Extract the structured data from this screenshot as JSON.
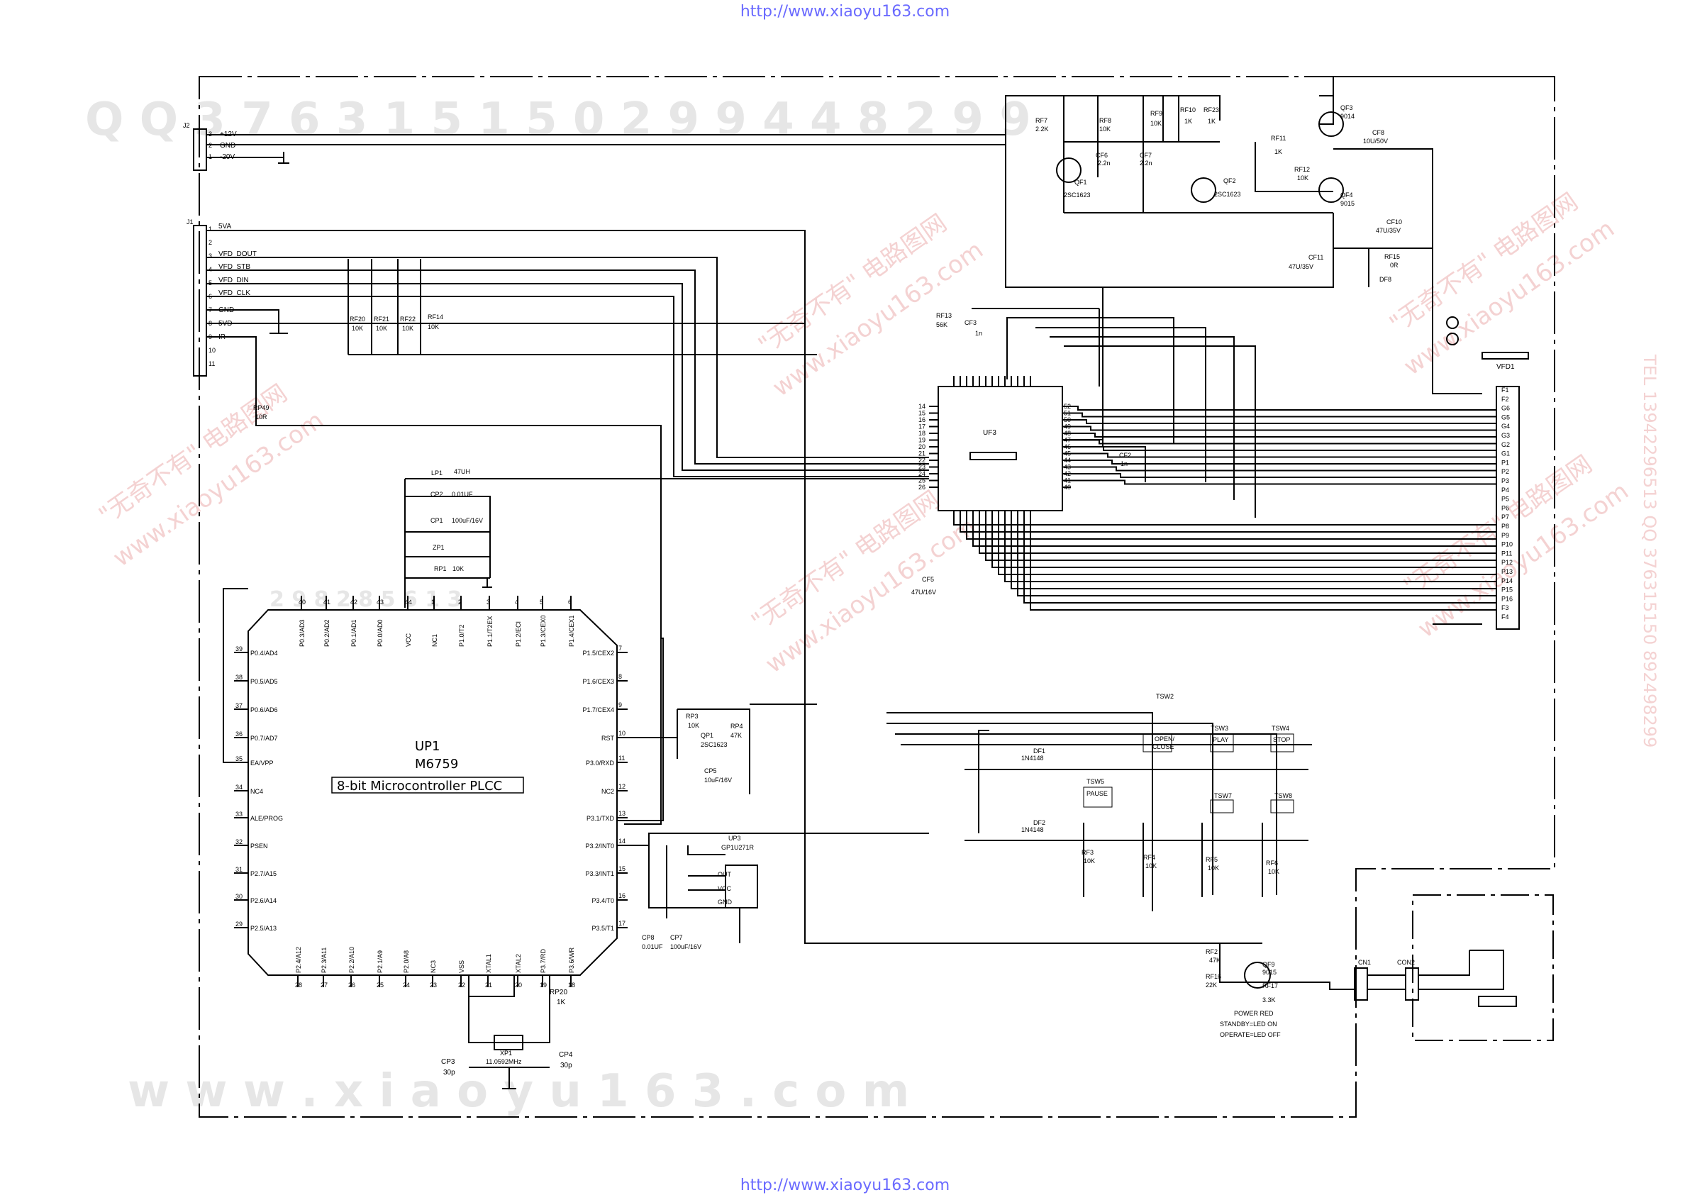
{
  "header_url": "http://www.xiaoyu163.com",
  "footer_url": "http://www.xiaoyu163.com",
  "watermarks": {
    "top": "Q Q   3 7 6 3 1 5 1 5 0   2 9 9 4 4 8 2 9 9",
    "bottom": "w w w . x i a o y u 1 6 3 . c o m",
    "mid": "2 9 8 2 8 5 6 1 3",
    "cn1": "\"无奇不有\" 电路图网",
    "cn2": "www.xiaoyu163.com",
    "right_vertical": "TEL 13942296513  QQ 376315150 892498299"
  },
  "connectors": {
    "j2": {
      "ref": "J2",
      "pins": [
        "3",
        "2",
        "1"
      ],
      "nets": [
        "+12V",
        "GND",
        "-20V"
      ]
    },
    "j1": {
      "ref": "J1",
      "pins": [
        "1",
        "2",
        "3",
        "4",
        "5",
        "6",
        "7",
        "8",
        "9",
        "10",
        "11"
      ],
      "nets": [
        "5VA",
        "VFD_DOUT",
        "VFD_STB",
        "VFD_DIN",
        "VFD_CLK",
        "GND",
        "5VD",
        "IR"
      ]
    }
  },
  "mcu": {
    "ref": "UP1",
    "part": "M6759",
    "desc": "8-bit Microcontroller PLCC",
    "top_pins": [
      "P0.3/AD3",
      "P0.2/AD2",
      "P0.1/AD1",
      "P0.0/AD0",
      "VCC",
      "NC1",
      "P1.0/T2",
      "P1.1/T2EX",
      "P1.2/ECI",
      "P1.3/CEX0",
      "P1.4/CEX1"
    ],
    "top_nums": [
      "40",
      "41",
      "42",
      "43",
      "44",
      "1",
      "2",
      "3",
      "4",
      "5",
      "6"
    ],
    "left_pins": [
      "P0.4/AD4",
      "P0.5/AD5",
      "P0.6/AD6",
      "P0.7/AD7",
      "EA/VPP",
      "NC4",
      "ALE/PROG",
      "PSEN",
      "P2.7/A15",
      "P2.6/A14",
      "P2.5/A13"
    ],
    "left_nums": [
      "39",
      "38",
      "37",
      "36",
      "35",
      "34",
      "33",
      "32",
      "31",
      "30",
      "29"
    ],
    "right_pins": [
      "P1.5/CEX2",
      "P1.6/CEX3",
      "P1.7/CEX4",
      "RST",
      "P3.0/RXD",
      "NC2",
      "P3.1/TXD",
      "P3.2/INT0",
      "P3.3/INT1",
      "P3.4/T0",
      "P3.5/T1"
    ],
    "right_nums": [
      "7",
      "8",
      "9",
      "10",
      "11",
      "12",
      "13",
      "14",
      "15",
      "16",
      "17"
    ],
    "bottom_pins": [
      "P2.4/A12",
      "P2.3/A11",
      "P2.2/A10",
      "P2.1/A9",
      "P2.0/A8",
      "NC3",
      "VSS",
      "XTAL1",
      "XTAL2",
      "P3.7/RD",
      "P3.6/WR"
    ],
    "bottom_nums": [
      "28",
      "27",
      "26",
      "25",
      "24",
      "23",
      "22",
      "21",
      "20",
      "19",
      "18"
    ]
  },
  "uf3": {
    "ref": "UF3",
    "left_nums": [
      "14",
      "15",
      "16",
      "17",
      "18",
      "19",
      "20",
      "21",
      "22",
      "23",
      "24",
      "25",
      "26"
    ],
    "right_nums": [
      "52",
      "51",
      "50",
      "49",
      "48",
      "47",
      "46",
      "45",
      "44",
      "43",
      "42",
      "41",
      "40"
    ]
  },
  "vfd": {
    "ref": "VFD1",
    "labels": [
      "F1",
      "F2",
      "G6",
      "G5",
      "G4",
      "G3",
      "G2",
      "G1",
      "P1",
      "P2",
      "P3",
      "P4",
      "P5",
      "P6",
      "P7",
      "P8",
      "P9",
      "P10",
      "P11",
      "P12",
      "P13",
      "P14",
      "P15",
      "P16",
      "F3",
      "F4"
    ]
  },
  "components": {
    "rf20": [
      "RF20",
      "10K"
    ],
    "rf21": [
      "RF21",
      "10K"
    ],
    "rf22": [
      "RF22",
      "10K"
    ],
    "rf14": [
      "RF14",
      "10K"
    ],
    "rp49": [
      "RP49",
      "10R"
    ],
    "lp1": [
      "LP1",
      "47UH"
    ],
    "cp2": [
      "CP2",
      "0.01UF"
    ],
    "cp1": [
      "CP1",
      "100uF/16V"
    ],
    "zp1": [
      "ZP1"
    ],
    "rp1": [
      "RP1",
      "10K"
    ],
    "rp3": [
      "RP3",
      "10K"
    ],
    "rp4": [
      "RP4",
      "47K"
    ],
    "qp1": [
      "QP1",
      "2SC1623"
    ],
    "cp5": [
      "CP5",
      "10uF/16V"
    ],
    "up3": [
      "UP3",
      "GP1U271R"
    ],
    "up3_pins": [
      "OUT",
      "VCC",
      "GND"
    ],
    "cp8": [
      "CP8",
      "0.01UF"
    ],
    "cp7": [
      "CP7",
      "100uF/16V"
    ],
    "rp20": [
      "RP20",
      "1K"
    ],
    "xp1": [
      "XP1",
      "11.0592MHz"
    ],
    "cp3": [
      "CP3",
      "30p"
    ],
    "cp4": [
      "CP4",
      "30p"
    ],
    "rf7": [
      "RF7",
      "2.2K"
    ],
    "rf8": [
      "RF8",
      "10K"
    ],
    "rf9": [
      "RF9",
      "10K"
    ],
    "rf10": [
      "RF10",
      "1K"
    ],
    "rf23": [
      "RF23",
      "1K"
    ],
    "qf3": [
      "QF3",
      "9014"
    ],
    "cf8": [
      "CF8",
      "10U/50V"
    ],
    "rf11": [
      "RF11",
      "1K"
    ],
    "rf12": [
      "RF12",
      "10K"
    ],
    "qf4": [
      "QF4",
      "9015"
    ],
    "qf1": [
      "QF1",
      "2SC1623"
    ],
    "cf6": [
      "CF6",
      "2.2n"
    ],
    "cf7": [
      "CF7",
      "2.2n"
    ],
    "qf2": [
      "QF2",
      "2SC1623"
    ],
    "cf10": [
      "CF10",
      "47U/35V"
    ],
    "rf15": [
      "RF15",
      "0R"
    ],
    "df8": [
      "DF8"
    ],
    "cf11": [
      "CF11",
      "47U/35V"
    ],
    "rf13": [
      "RF13",
      "56K"
    ],
    "cf3": [
      "CF3",
      "1n"
    ],
    "cf2": [
      "CF2",
      "1n"
    ],
    "cf5": [
      "CF5",
      "47U/16V"
    ],
    "df1": [
      "DF1",
      "1N4148"
    ],
    "df2": [
      "DF2",
      "1N4148"
    ],
    "rf3": [
      "RF3",
      "10K"
    ],
    "rf4": [
      "RF4",
      "10K"
    ],
    "rf5": [
      "RF5",
      "10K"
    ],
    "rf6": [
      "RF6",
      "10K"
    ],
    "rf2": [
      "RF2",
      "47K"
    ],
    "rf16": [
      "RF16",
      "22K"
    ],
    "qf9": [
      "QF9",
      "9015"
    ],
    "rf17": [
      "RF17",
      "3.3K"
    ],
    "cn1": [
      "CN1"
    ],
    "con2": [
      "CON2"
    ]
  },
  "switches": {
    "tsw2": [
      "TSW2",
      "OPEN/",
      "CLOSE"
    ],
    "tsw3": [
      "TSW3",
      "PLAY"
    ],
    "tsw4": [
      "TSW4",
      "STOP"
    ],
    "tsw5": [
      "TSW5",
      "PAUSE"
    ],
    "tsw7": [
      "TSW7"
    ],
    "tsw8": [
      "TSW8"
    ]
  },
  "power_led": [
    "POWER  RED",
    "STANDBY=LED ON",
    "OPERATE=LED OFF"
  ]
}
